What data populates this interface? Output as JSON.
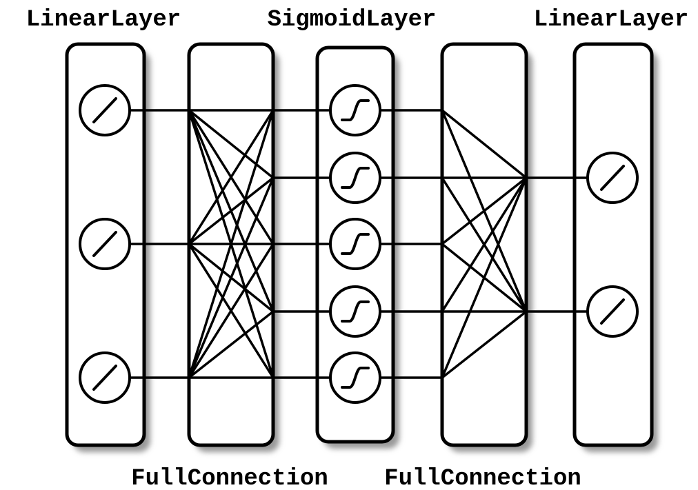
{
  "labels": {
    "top": [
      "LinearLayer",
      "SigmoidLayer",
      "LinearLayer"
    ],
    "bottom": [
      "FullConnection",
      "FullConnection"
    ]
  },
  "network": {
    "layers": [
      {
        "name": "LinearLayer",
        "type": "linear",
        "units": 3
      },
      {
        "name": "FullConnection",
        "type": "connection"
      },
      {
        "name": "SigmoidLayer",
        "type": "sigmoid",
        "units": 5
      },
      {
        "name": "FullConnection",
        "type": "connection"
      },
      {
        "name": "LinearLayer",
        "type": "linear",
        "units": 2
      }
    ],
    "connectivity": "fully-connected",
    "icons": {
      "linear": "linear-activation-icon",
      "sigmoid": "sigmoid-activation-icon"
    }
  }
}
